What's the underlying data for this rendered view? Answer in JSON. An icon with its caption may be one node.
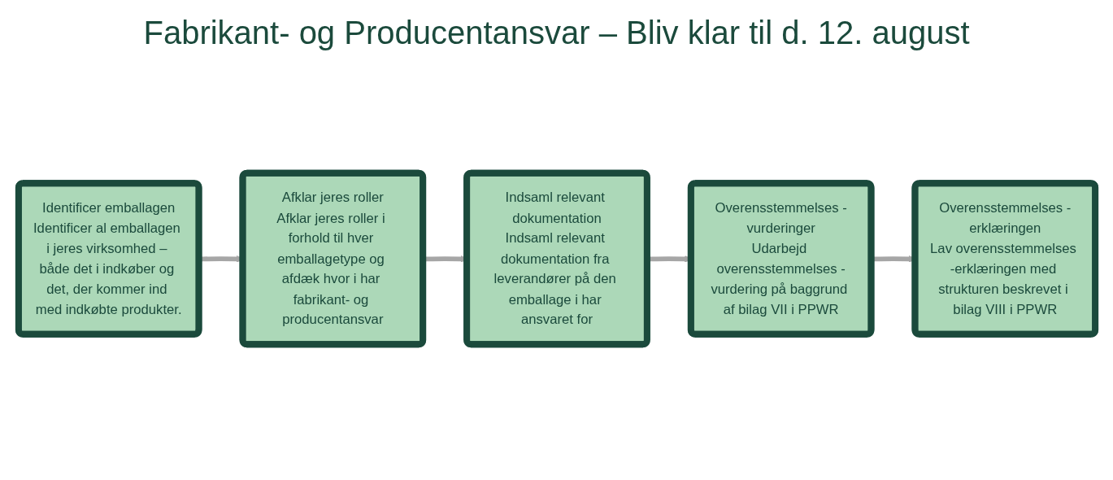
{
  "diagram": {
    "title": "Fabrikant- og Producentansvar – Bliv klar til d. 12. august",
    "nodes": [
      {
        "text": [
          "Identificer emballagen",
          "Identificer al emballagen i jeres virksomhed – både det i indkøber og det, der kommer ind med indkøbte produkter."
        ]
      },
      {
        "text": [
          "Afklar jeres roller",
          "Afklar jeres roller i forhold til hver emballagetype og afdæk hvor i har fabrikant- og producentansvar"
        ]
      },
      {
        "text": [
          "Indsaml relevant dokumentation",
          "Indsaml relevant dokumentation fra leverandører på den emballage i har ansvaret for"
        ]
      },
      {
        "text": [
          "Overensstemmelses -vurderinger",
          "Udarbejd overensstemmelses -vurdering på baggrund af bilag VII i PPWR"
        ]
      },
      {
        "text": [
          "Overensstemmelses -erklæringen",
          "Lav overensstemmelses -erklæringen med strukturen beskrevet i bilag VIII i PPWR"
        ]
      }
    ],
    "edges": [
      {
        "from": 0,
        "to": 1,
        "arrow": "to"
      },
      {
        "from": 1,
        "to": 2,
        "arrow": "to"
      },
      {
        "from": 2,
        "to": 3,
        "arrow": "to"
      },
      {
        "from": 3,
        "to": 4,
        "arrow": "to"
      }
    ]
  }
}
